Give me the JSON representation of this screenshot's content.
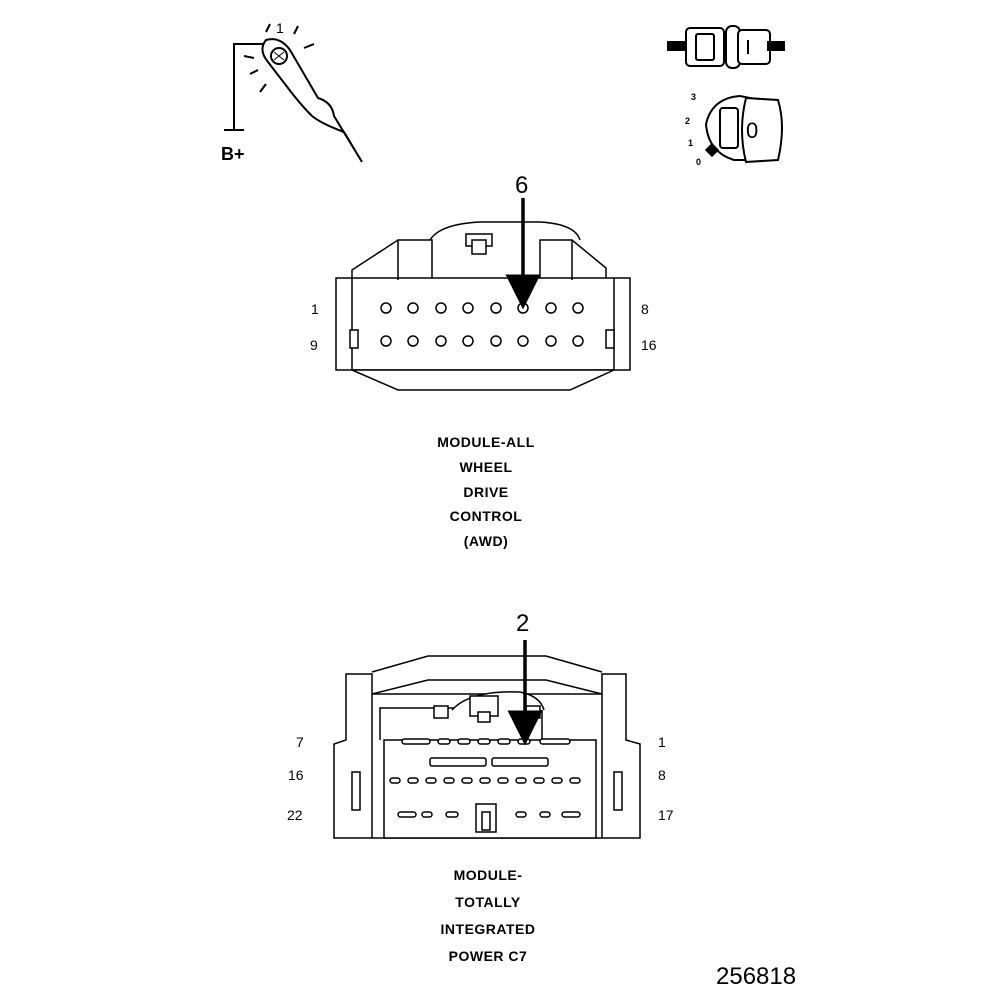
{
  "probe": {
    "number": "1",
    "supply_label": "B+"
  },
  "ignition_switch": {
    "positions": [
      "3",
      "2",
      "1",
      "0"
    ],
    "key_label": "0"
  },
  "connector_awd": {
    "callout_pin": "6",
    "row1_start": "1",
    "row1_end": "8",
    "row2_start": "9",
    "row2_end": "16",
    "caption_lines": [
      "MODULE-ALL",
      "WHEEL",
      "DRIVE",
      "CONTROL",
      "(AWD)"
    ]
  },
  "connector_tipm": {
    "callout_pin": "2",
    "row1_left": "7",
    "row1_right": "1",
    "row2_left": "16",
    "row2_right": "8",
    "row3_left": "22",
    "row3_right": "17",
    "caption_lines": [
      "MODULE-",
      "TOTALLY",
      "INTEGRATED",
      "POWER C7"
    ]
  },
  "figure_id": "256818"
}
